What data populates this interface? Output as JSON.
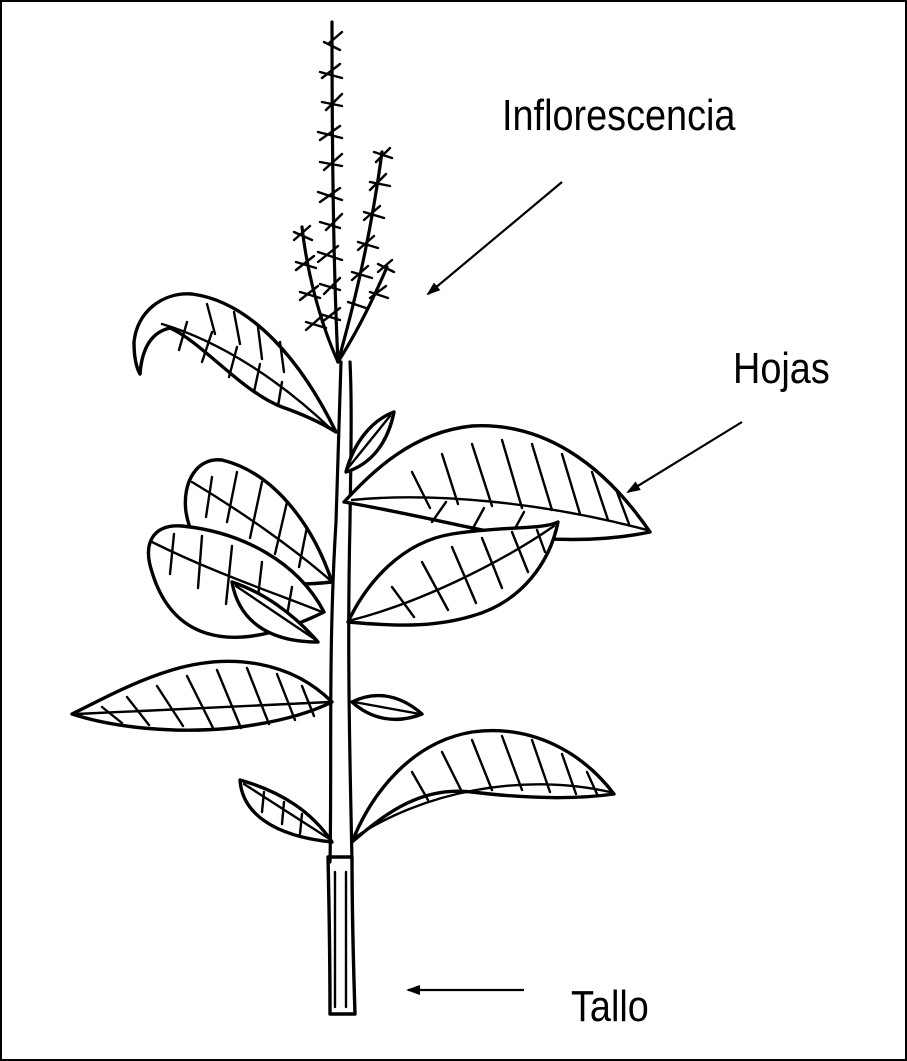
{
  "labels": {
    "inflorescence": "Inflorescencia",
    "leaves": "Hojas",
    "stem": "Tallo"
  },
  "colors": {
    "ink": "#000000",
    "background": "#ffffff"
  }
}
